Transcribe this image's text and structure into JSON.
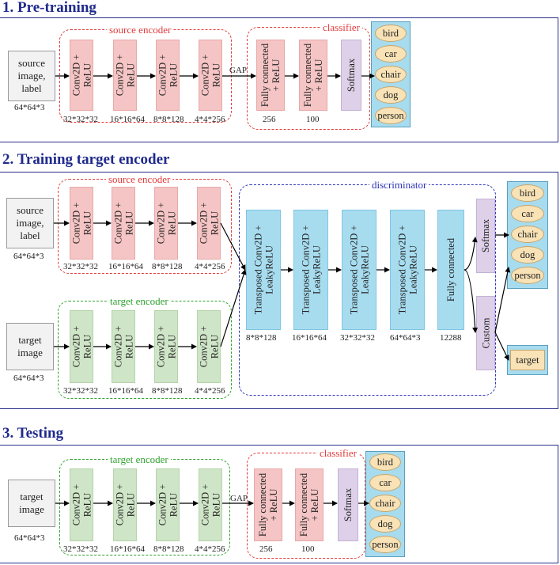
{
  "section_titles": {
    "pretraining": "1. Pre-training",
    "training": "2. Training target encoder",
    "testing": "3. Testing"
  },
  "group_labels": {
    "source_encoder": "source encoder",
    "classifier": "classifier",
    "discriminator": "discriminator",
    "target_encoder": "target encoder"
  },
  "inputs": {
    "source": "source image, label",
    "target": "target image",
    "size": "64*64*3"
  },
  "layers": {
    "conv": "Conv2D +\nReLU",
    "fc": "Fully connected\n+ ReLU",
    "softmax": "Softmax",
    "tconv": "Transposed Conv2D +\nLeakyReLU",
    "fc_plain": "Fully connected",
    "custom": "Custom"
  },
  "encoder_dims": [
    "32*32*32",
    "16*16*64",
    "8*8*128",
    "4*4*256"
  ],
  "gap": "GAP",
  "classifier_dims": [
    "256",
    "100"
  ],
  "discriminator_dims": [
    "8*8*128",
    "16*16*64",
    "32*32*32",
    "64*64*3",
    "12288"
  ],
  "classes": [
    "bird",
    "car",
    "chair",
    "dog",
    "person"
  ],
  "target_label": "target",
  "colors": {
    "title": "#1f2a8c",
    "source": "#e33b3b",
    "target": "#2ea12e",
    "disc": "#2e34b8",
    "conv_src": "#f5c4c4",
    "conv_tgt": "#cfe5c7",
    "tconv": "#a7dcef",
    "softmax": "#ded0e8",
    "label": "#f8e2b6"
  }
}
